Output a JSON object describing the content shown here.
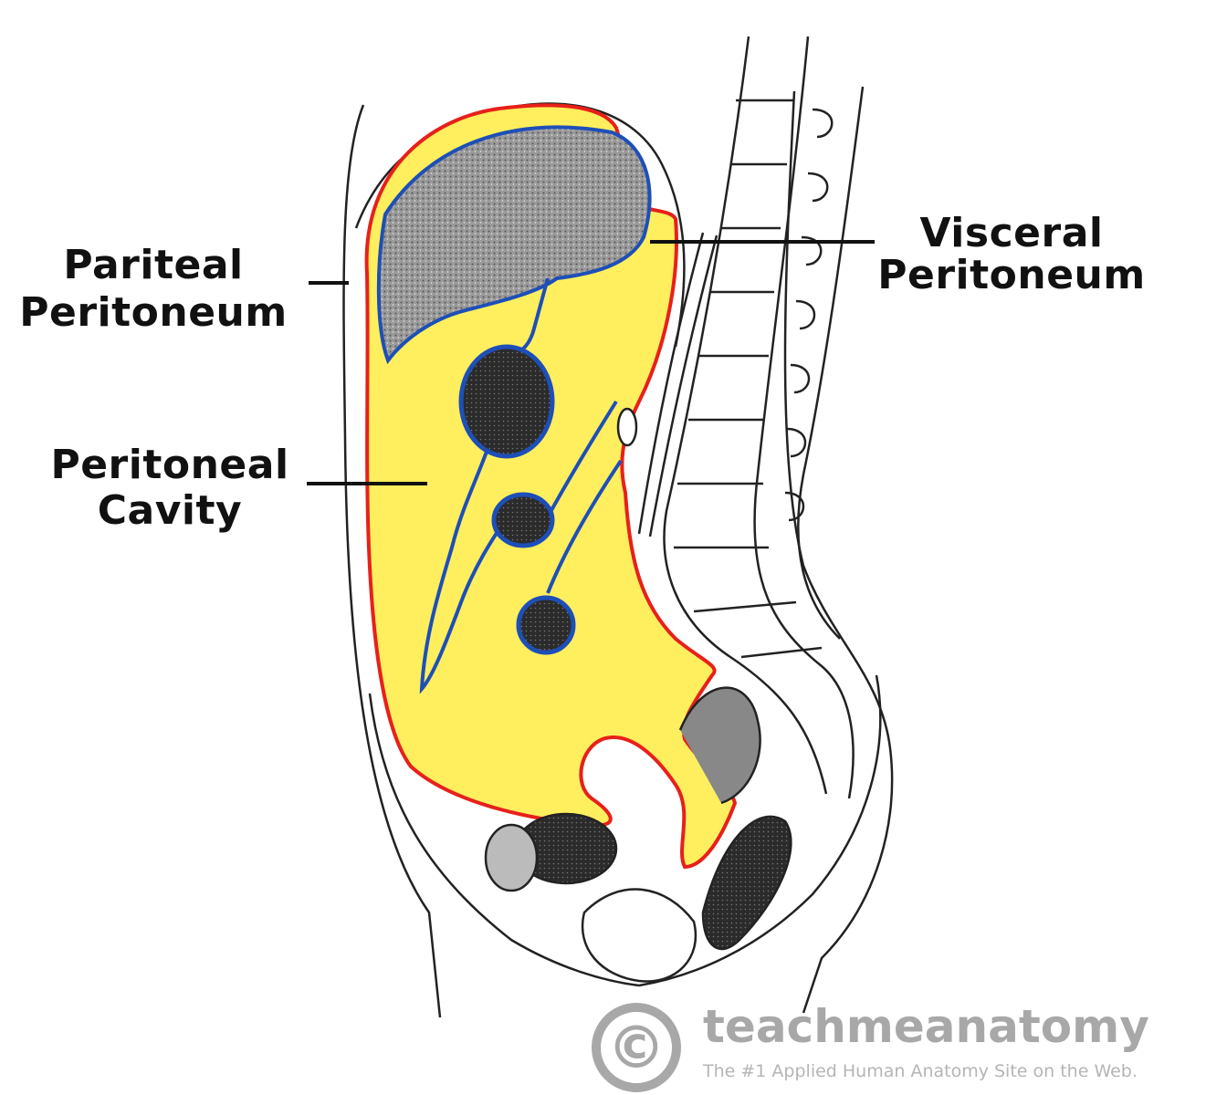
{
  "labels": {
    "parietal_line1": "Pariteal",
    "parietal_line2": "Peritoneum",
    "visceral_line1": "Visceral",
    "visceral_line2": "Peritoneum",
    "cavity_line1": "Peritoneal",
    "cavity_line2": "Cavity"
  },
  "watermark": {
    "symbol": "©",
    "brand": "teachmeanatomy",
    "tagline": "The #1 Applied Human Anatomy Site on the Web."
  },
  "colors": {
    "cavity_fill": "#FFEF5E",
    "parietal_line": "#E8201A",
    "visceral_line": "#1E4FB8",
    "organ_fill": "#8c8c8c",
    "outline": "#222222",
    "watermark": "#a8a8a8"
  }
}
